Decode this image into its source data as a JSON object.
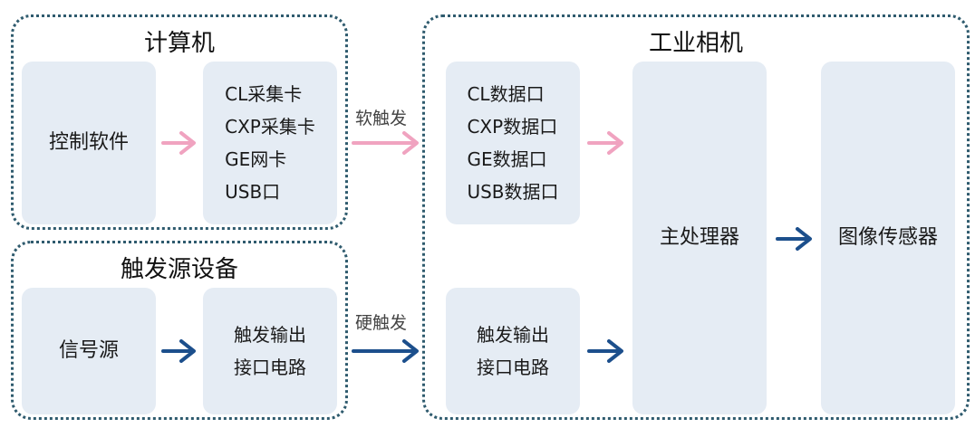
{
  "groups": {
    "computer": "计算机",
    "trigger_device": "触发源设备",
    "industrial_camera": "工业相机"
  },
  "blocks": {
    "control_software": "控制软件",
    "computer_interfaces": [
      "CL采集卡",
      "CXP采集卡",
      "GE网卡",
      "USB口"
    ],
    "signal_source": "信号源",
    "trigger_output_circuit_src": [
      "触发输出",
      "接口电路"
    ],
    "camera_interfaces": [
      "CL数据口",
      "CXP数据口",
      "GE数据口",
      "USB数据口"
    ],
    "trigger_output_circuit_cam": [
      "触发输出",
      "接口电路"
    ],
    "main_processor": "主处理器",
    "image_sensor": "图像传感器"
  },
  "links": {
    "soft_trigger": "软触发",
    "hard_trigger": "硬触发"
  },
  "colors": {
    "soft_arrow": "#f0a3c0",
    "hard_arrow": "#1c4f8c"
  }
}
